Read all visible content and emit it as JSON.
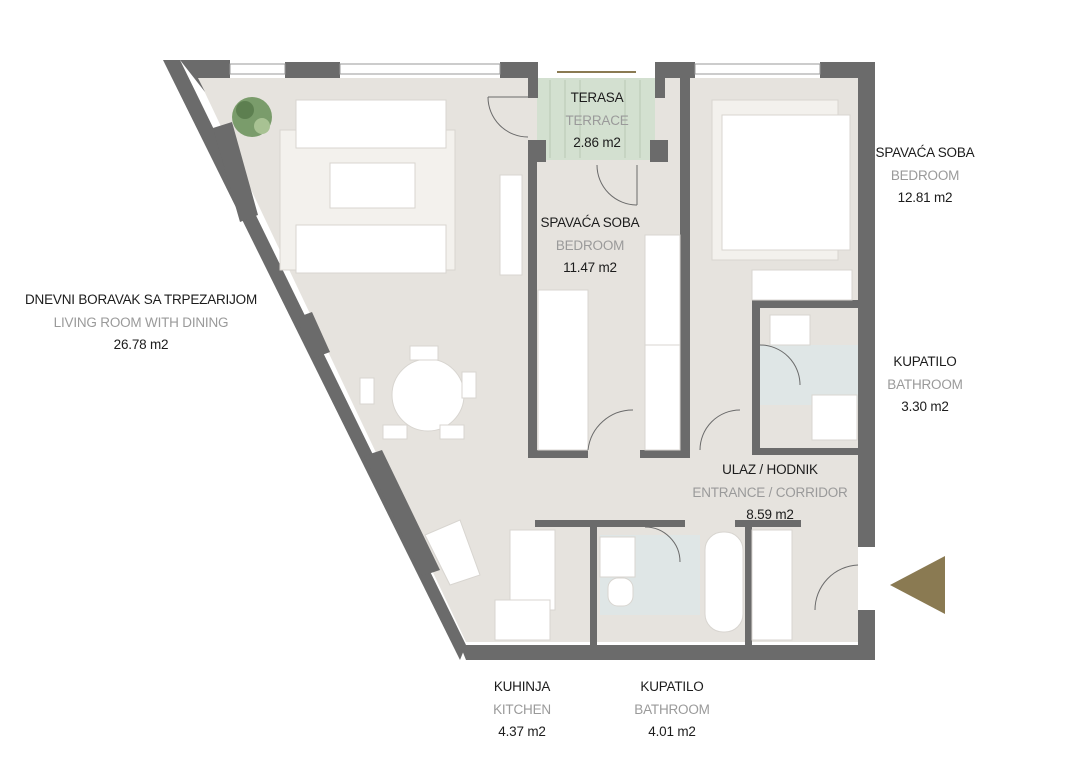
{
  "rooms": {
    "living": {
      "name": "DNEVNI BORAVAK SA TRPEZARIJOM",
      "name_en": "LIVING ROOM WITH DINING",
      "area": "26.78 m2"
    },
    "terrace": {
      "name": "TERASA",
      "name_en": "TERRACE",
      "area": "2.86 m2"
    },
    "bedroom_small": {
      "name": "SPAVAĆA SOBA",
      "name_en": "BEDROOM",
      "area": "11.47 m2"
    },
    "bedroom_large": {
      "name": "SPAVAĆA SOBA",
      "name_en": "BEDROOM",
      "area": "12.81 m2"
    },
    "bathroom_upper": {
      "name": "KUPATILO",
      "name_en": "BATHROOM",
      "area": "3.30 m2"
    },
    "entrance": {
      "name": "ULAZ / HODNIK",
      "name_en": "ENTRANCE / CORRIDOR",
      "area": "8.59 m2"
    },
    "kitchen": {
      "name": "KUHINJA",
      "name_en": "KITCHEN",
      "area": "4.37 m2"
    },
    "bathroom_lower": {
      "name": "KUPATILO",
      "name_en": "BATHROOM",
      "area": "4.01 m2"
    }
  },
  "colors": {
    "floor": "#e6e3de",
    "wall": "#6b6b6b",
    "terrace": "#d3e0d0",
    "wet": "#dfe6e6",
    "entrance_arrow": "#8a7a52"
  }
}
